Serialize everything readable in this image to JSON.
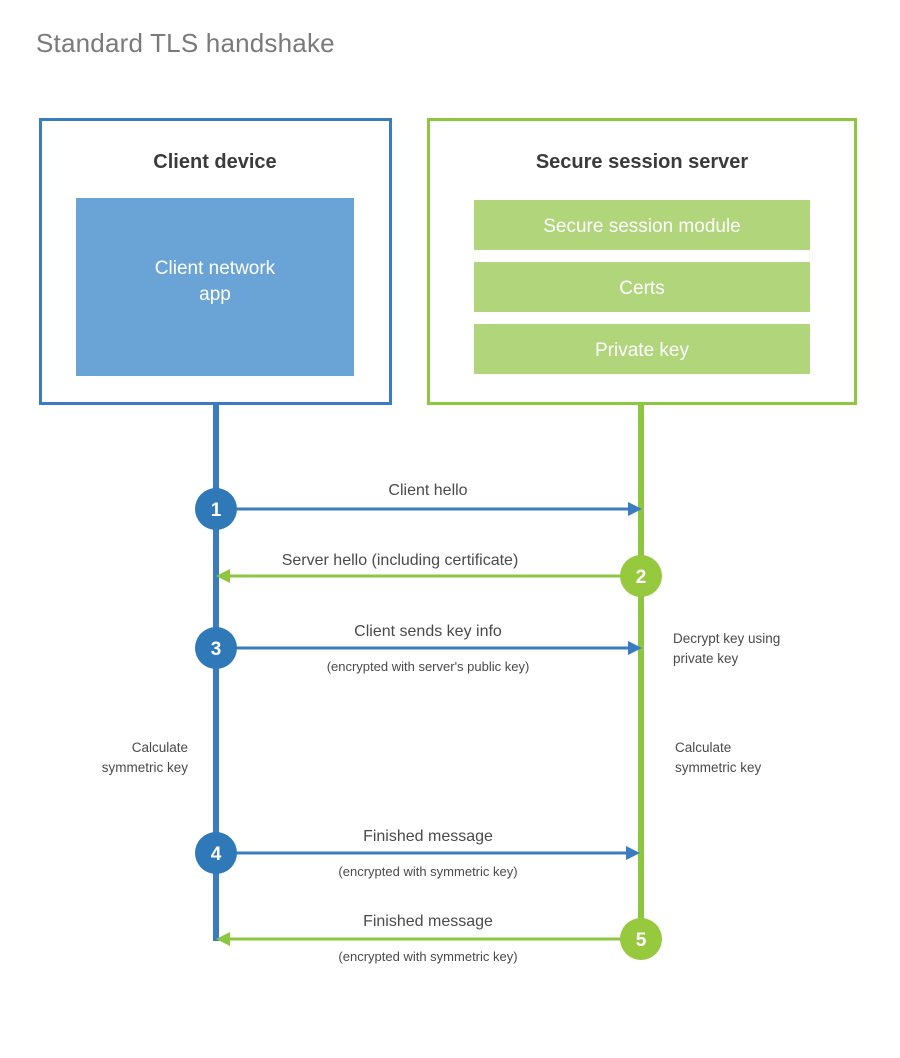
{
  "title": "Standard TLS handshake",
  "colors": {
    "client_stroke": "#3b7cc0",
    "client_fill": "#6aa3d5",
    "client_circle": "#2f79b8",
    "server_stroke": "#8dc63f",
    "server_fill": "#b0d57a",
    "server_circle": "#96c93d",
    "text_dark": "#3b3b3b",
    "text_body": "#4a4a4a",
    "title_gray": "#7a7a7a",
    "white": "#ffffff"
  },
  "participants": [
    {
      "id": "client",
      "heading": "Client device",
      "inner_boxes": [
        {
          "label": "Client network app"
        }
      ]
    },
    {
      "id": "server",
      "heading": "Secure session server",
      "inner_boxes": [
        {
          "label": "Secure session module"
        },
        {
          "label": "Certs"
        },
        {
          "label": "Private key"
        }
      ]
    }
  ],
  "messages": [
    {
      "step": "1",
      "from": "client",
      "to": "server",
      "direction": "right",
      "label": "Client hello",
      "sublabel": ""
    },
    {
      "step": "2",
      "from": "server",
      "to": "client",
      "direction": "left",
      "label": "Server hello (including certificate)",
      "sublabel": ""
    },
    {
      "step": "3",
      "from": "client",
      "to": "server",
      "direction": "right",
      "label": "Client sends key info",
      "sublabel": "(encrypted with server's public key)"
    },
    {
      "step": "4",
      "from": "client",
      "to": "server",
      "direction": "right",
      "label": "Finished message",
      "sublabel": "(encrypted with symmetric key)"
    },
    {
      "step": "5",
      "from": "server",
      "to": "client",
      "direction": "left",
      "label": "Finished message",
      "sublabel": "(encrypted with symmetric key)"
    }
  ],
  "annotations": [
    {
      "id": "decrypt-key",
      "side": "right",
      "lines": [
        "Decrypt key using",
        "private key"
      ]
    },
    {
      "id": "client-calc-key",
      "side": "left",
      "lines": [
        "Calculate",
        "symmetric key"
      ]
    },
    {
      "id": "server-calc-key",
      "side": "right",
      "lines": [
        "Calculate",
        "symmetric key"
      ]
    }
  ]
}
